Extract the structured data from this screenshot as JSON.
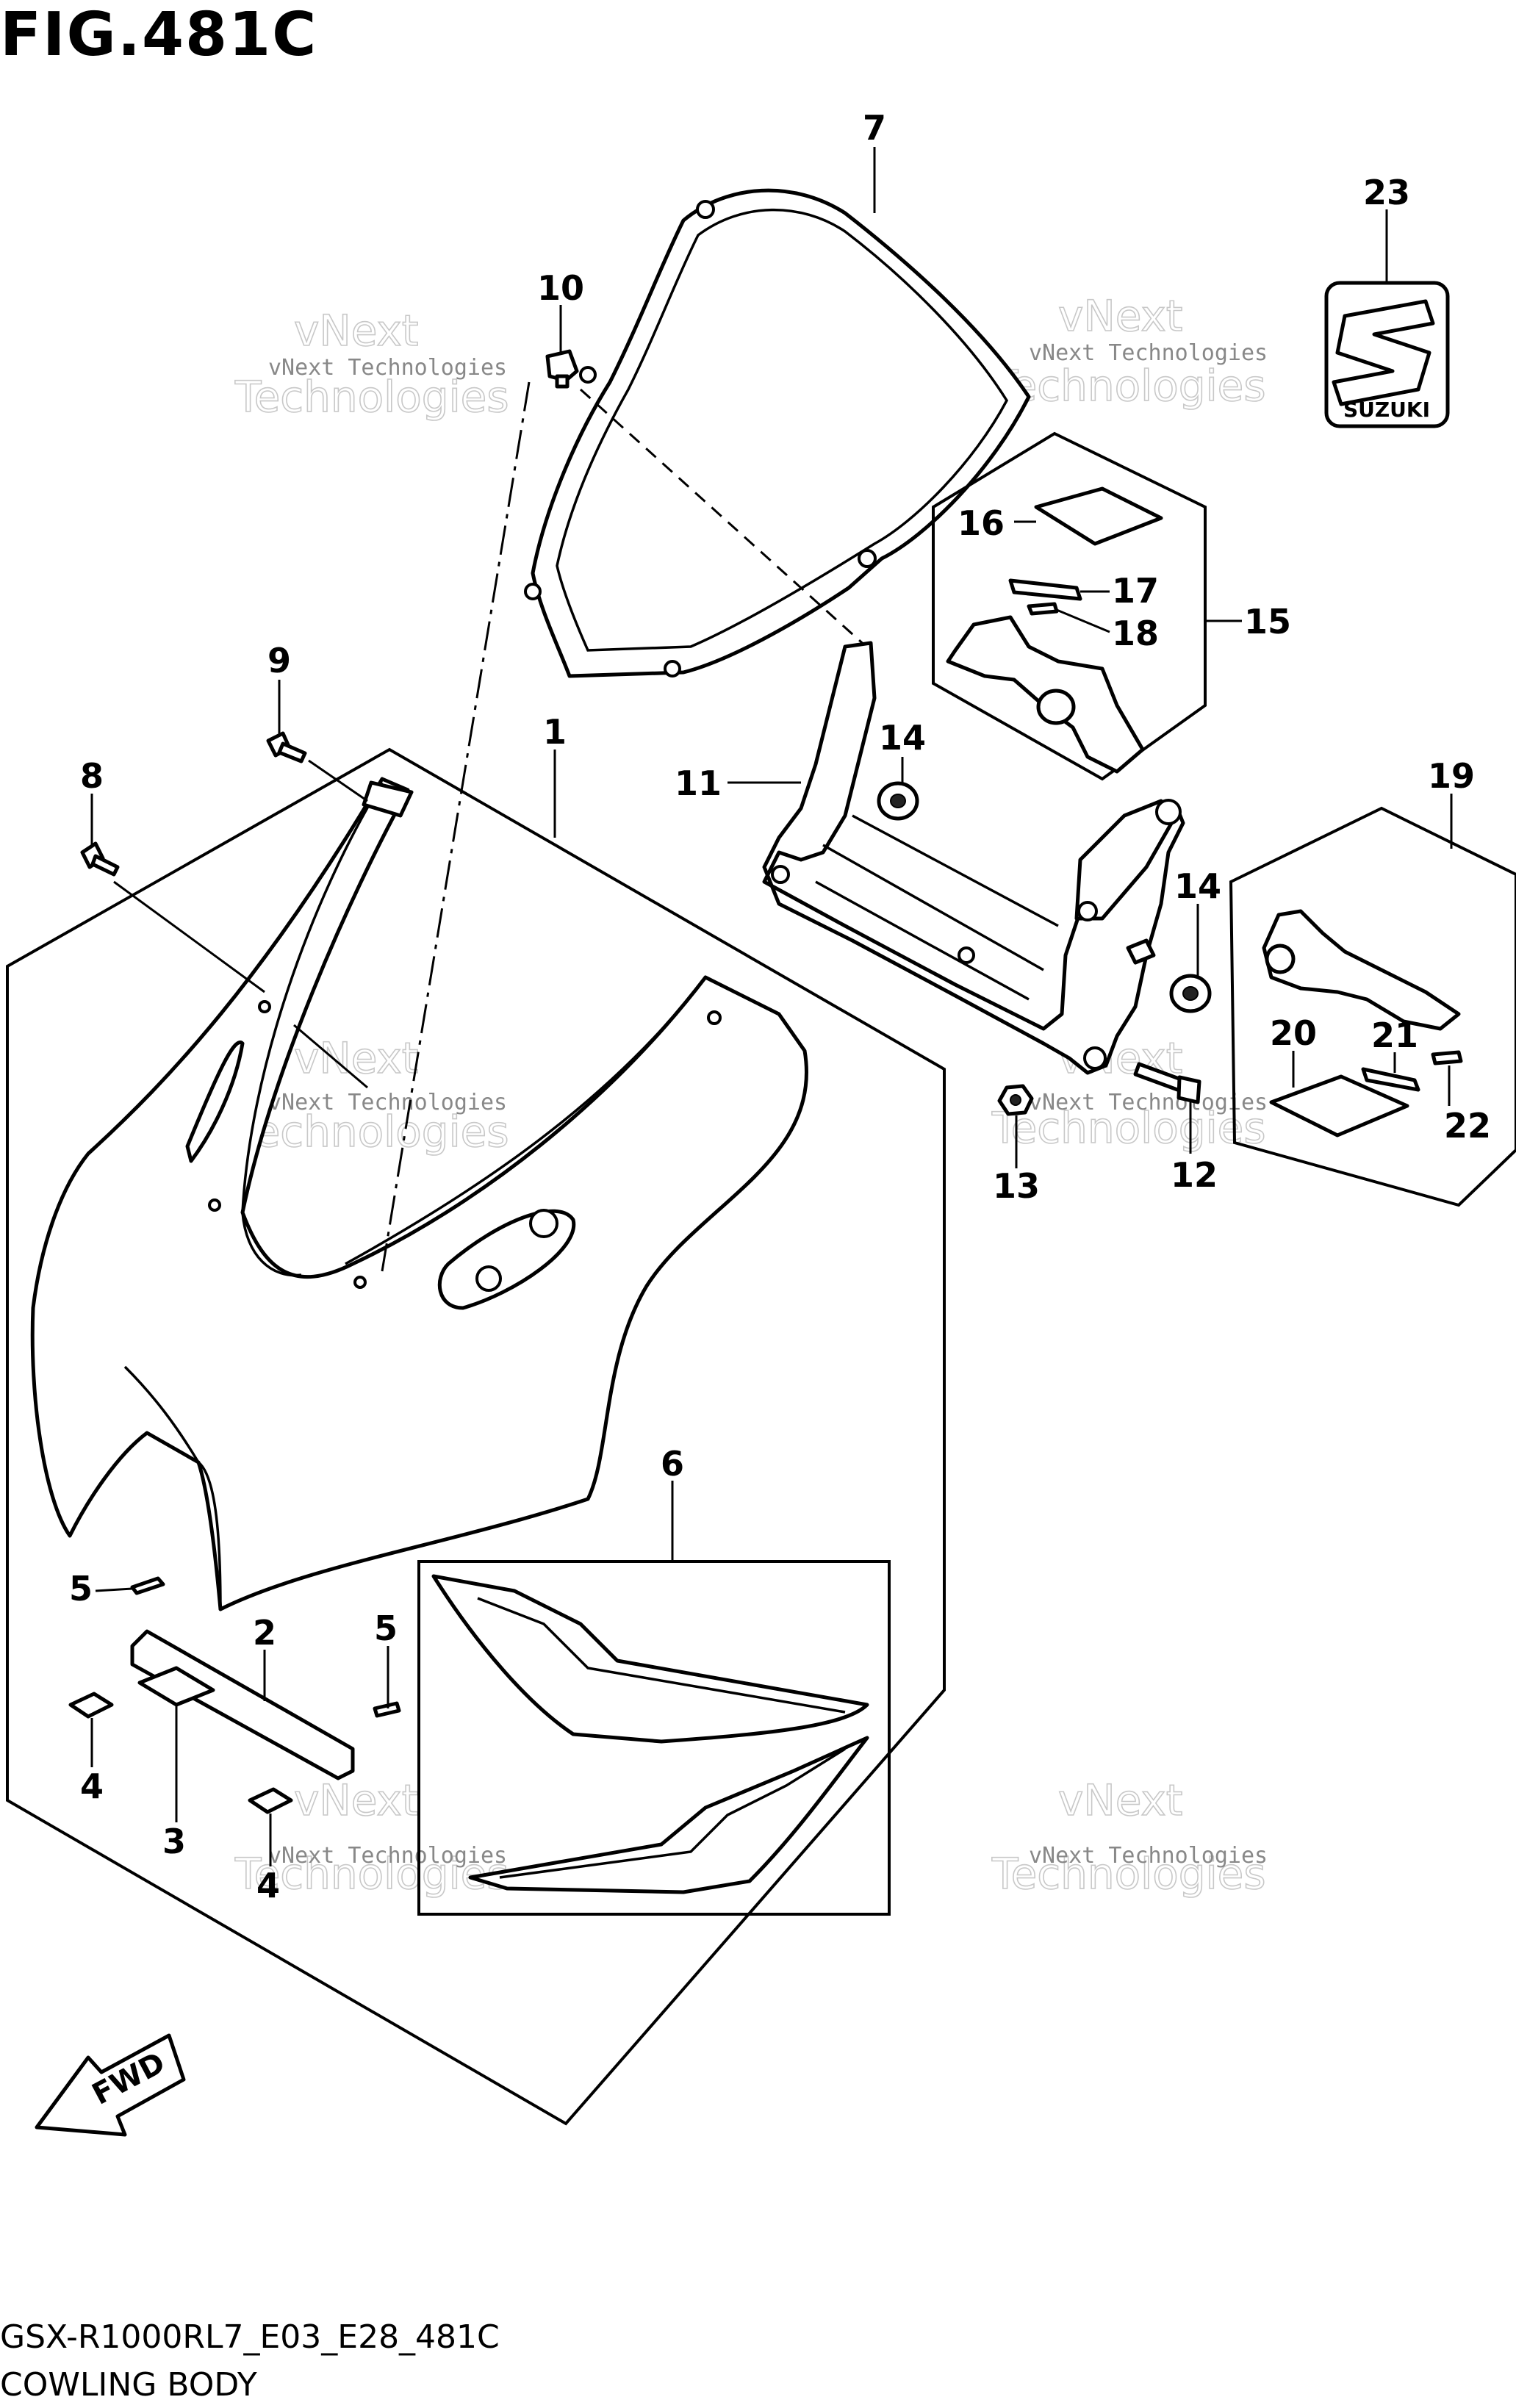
{
  "figure_title": "FIG.481C",
  "model_code": "GSX-R1000RL7_E03_E28_481C",
  "figure_name": "COWLING BODY",
  "direction_label": "FWD",
  "brand_label": "SUZUKI",
  "watermark": {
    "line_small": "vNext Technologies",
    "line_big_1": "vNext",
    "line_big_2": "Technologies"
  },
  "callouts": {
    "p1": "1",
    "p2": "2",
    "p3": "3",
    "p4a": "4",
    "p4b": "4",
    "p5a": "5",
    "p5b": "5",
    "p6": "6",
    "p7": "7",
    "p8": "8",
    "p9": "9",
    "p10": "10",
    "p11": "11",
    "p12": "12",
    "p13": "13",
    "p14a": "14",
    "p14b": "14",
    "p15": "15",
    "p16": "16",
    "p17": "17",
    "p18": "18",
    "p19": "19",
    "p20": "20",
    "p21": "21",
    "p22": "22",
    "p23": "23"
  }
}
